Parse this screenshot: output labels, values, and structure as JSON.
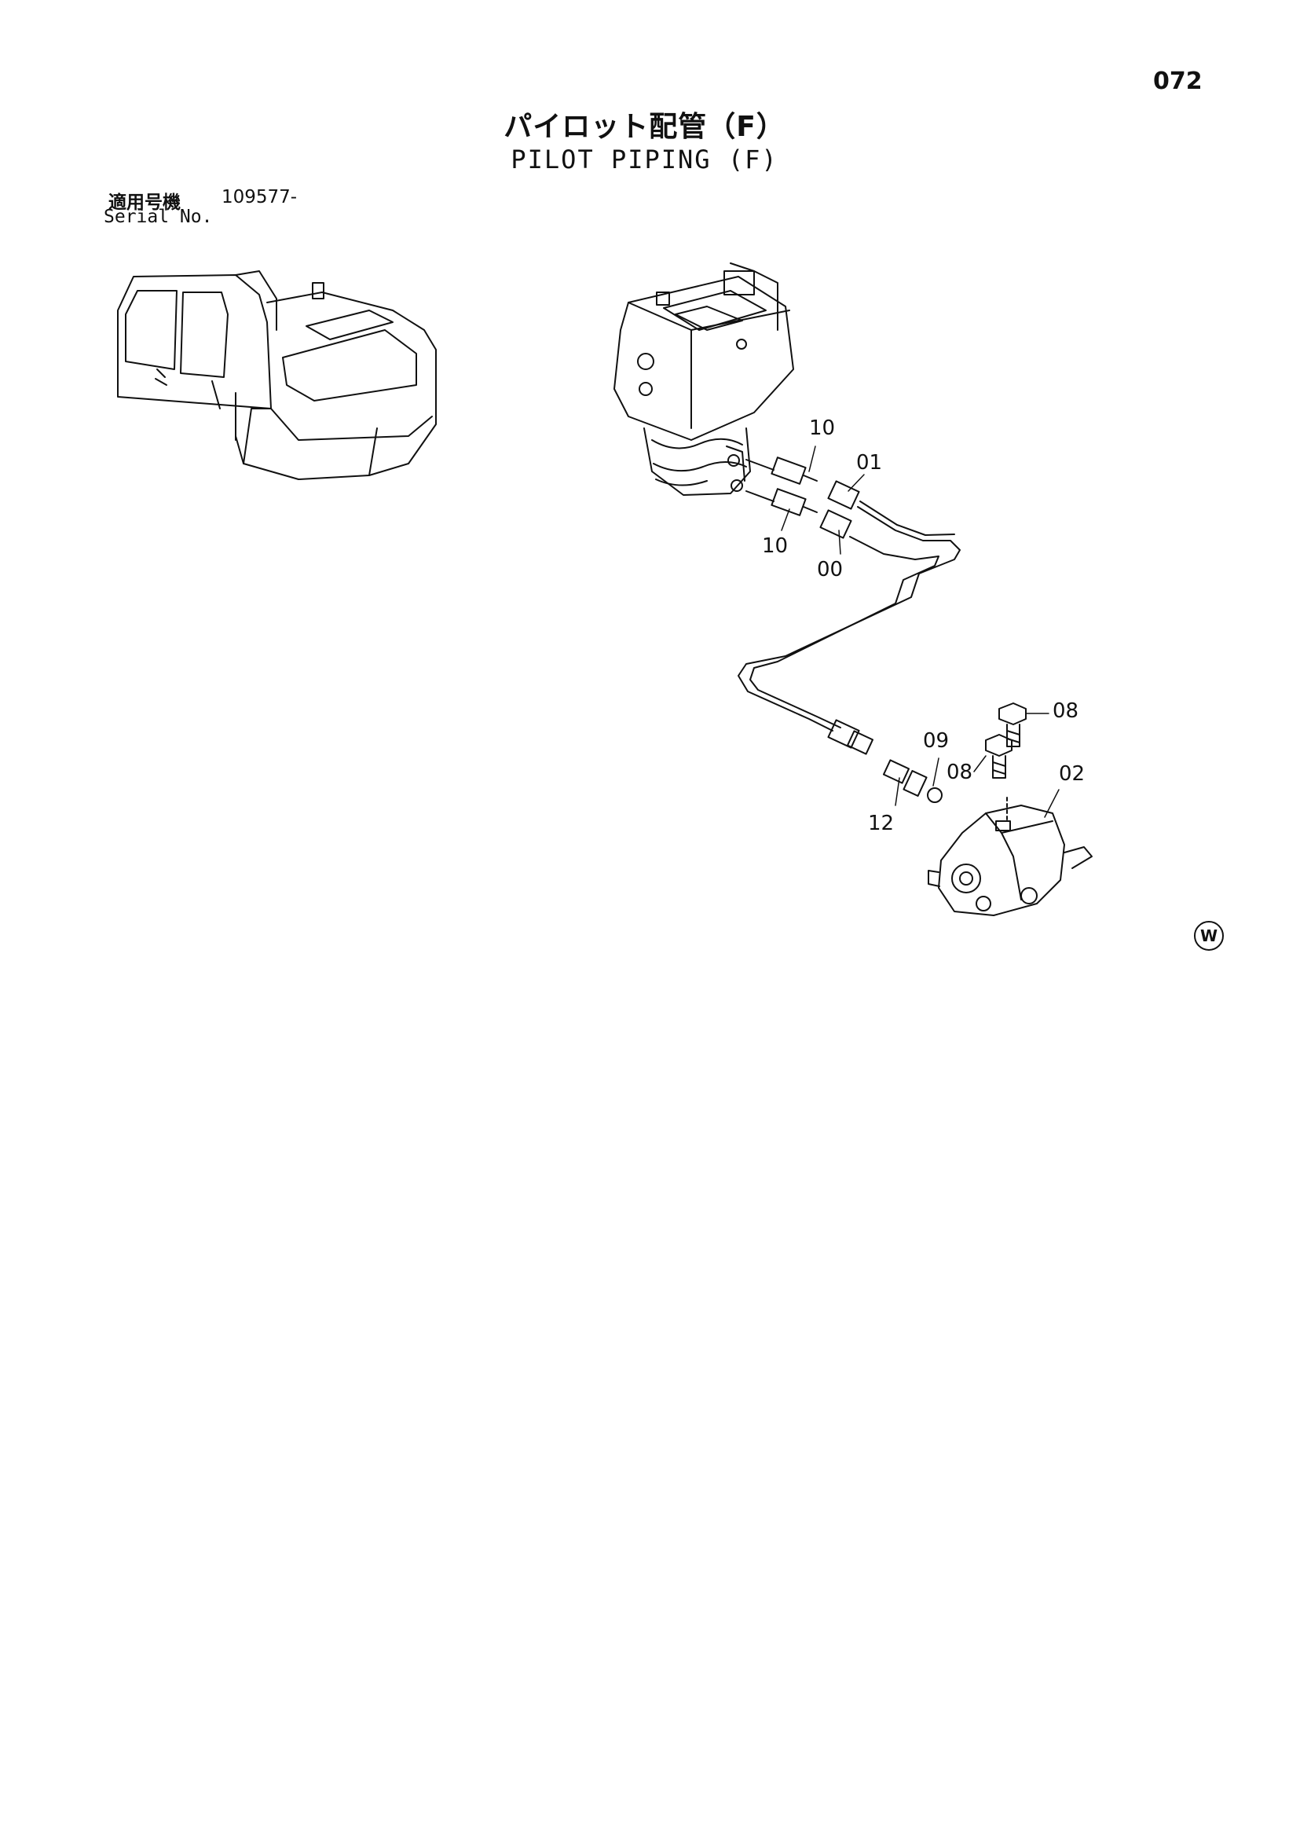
{
  "header": {
    "page_number": "072",
    "title_jp": "パイロット配管（F）",
    "title_en": "PILOT PIPING (F)"
  },
  "serial": {
    "label_jp": "適用号機",
    "value": "109577-",
    "label_en": "Serial No."
  },
  "callouts": {
    "c10a": "10",
    "c10b": "10",
    "c01": "01",
    "c00": "00",
    "c08a": "08",
    "c08b": "08",
    "c09": "09",
    "c02": "02",
    "c12": "12"
  },
  "mark": "W"
}
